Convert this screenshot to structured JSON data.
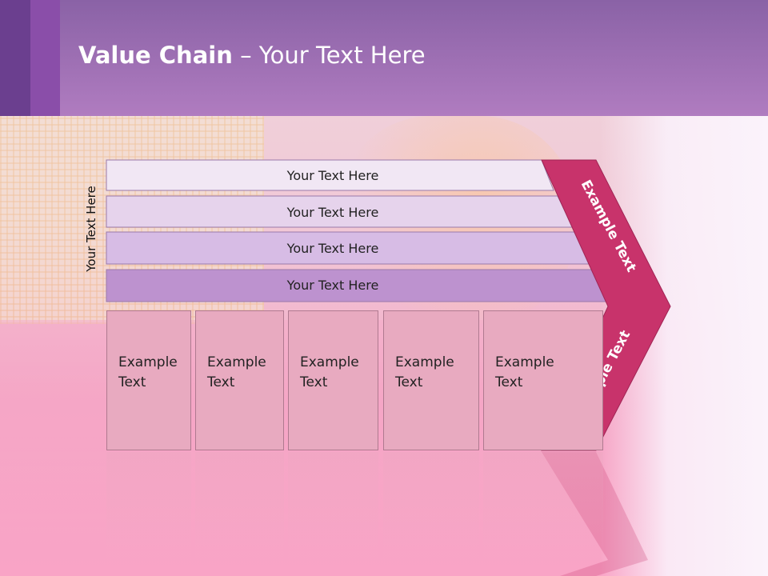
{
  "title": {
    "bold": "Value Chain",
    "rest": " – Your Text Here"
  },
  "vertical_label": "Your Text Here",
  "rows": [
    "Your Text Here",
    "Your Text Here",
    "Your Text Here",
    "Your Text Here"
  ],
  "cells": [
    {
      "line1": "Example",
      "line2": "Text"
    },
    {
      "line1": "Example",
      "line2": "Text"
    },
    {
      "line1": "Example",
      "line2": "Text"
    },
    {
      "line1": "Example",
      "line2": "Text"
    },
    {
      "line1": "Example",
      "line2": "Text"
    }
  ],
  "arrow": {
    "upper_text": "Example Text",
    "lower_text": "Example Text"
  },
  "colors": {
    "header": "#a877bf",
    "arrow": "#c8336b",
    "cell": "#e8aac0",
    "row1": "#f1e7f4",
    "row2": "#e6d3ec",
    "row3": "#d7bce5",
    "row4": "#bd92cf"
  }
}
